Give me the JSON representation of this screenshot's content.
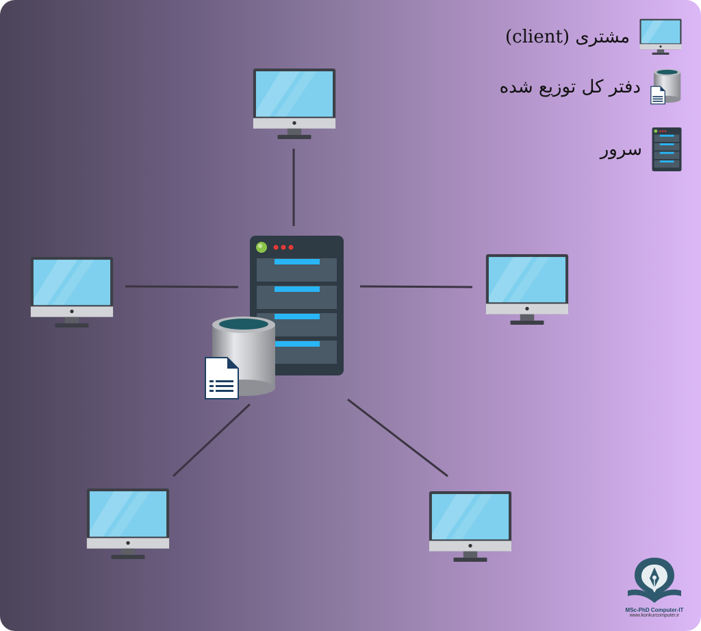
{
  "legend": {
    "client_label": "مشتری (client)",
    "ledger_label": "دفتر کل توزیع شده",
    "server_label": "سرور"
  },
  "colors": {
    "screen": "#7fd0ee",
    "monitor_frame": "#3d3f47",
    "server_body": "#2e3a44",
    "link_line": "#3b3442"
  },
  "logo": {
    "name": "MSc-PhD Computer-IT",
    "url": "www.konkurcomputer.ir"
  }
}
